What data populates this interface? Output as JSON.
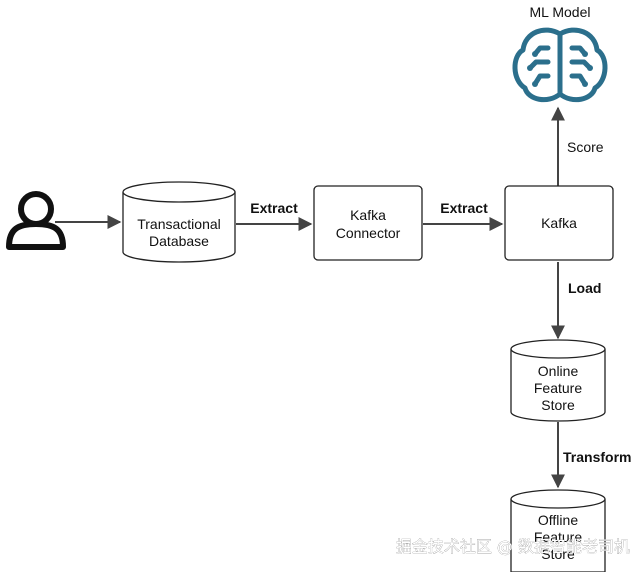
{
  "nodes": {
    "ml_model": {
      "label": "ML Model",
      "icon": "brain-circuit-icon"
    },
    "user": {
      "icon": "user-icon"
    },
    "transactional_db": {
      "line1": "Transactional",
      "line2": "Database"
    },
    "kafka_connector": {
      "line1": "Kafka",
      "line2": "Connector"
    },
    "kafka": {
      "label": "Kafka"
    },
    "online_store": {
      "line1": "Online",
      "line2": "Feature",
      "line3": "Store"
    },
    "offline_store": {
      "line1": "Offline",
      "line2": "Feature",
      "line3": "Store"
    }
  },
  "edges": {
    "extract_1": "Extract",
    "extract_2": "Extract",
    "score": "Score",
    "load": "Load",
    "transform": "Transform"
  },
  "watermark": "掘金技术社区 @ 数据智能老司机",
  "colors": {
    "brain": "#2b6f8c",
    "line": "#444444",
    "text": "#111111"
  }
}
